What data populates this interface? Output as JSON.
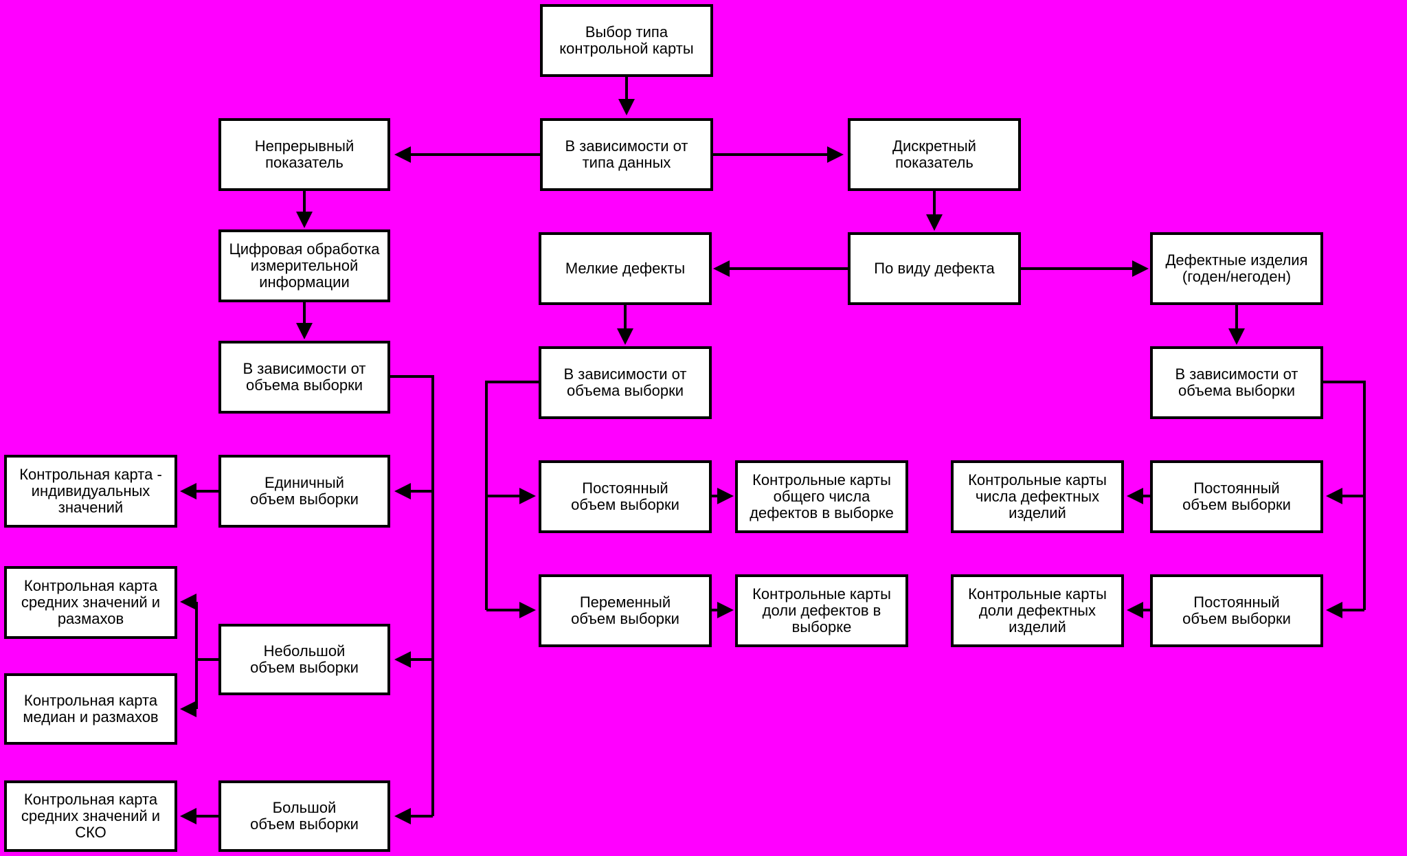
{
  "colors": {
    "background": "#ff00ff",
    "box_fill": "#ffffff",
    "line": "#000000"
  },
  "nodes": {
    "root": "Выбор типа\nконтрольной карты",
    "by_data_type": "В зависимости от\nтипа данных",
    "continuous": "Непрерывный\nпоказатель",
    "discrete": "Дискретный\nпоказатель",
    "digital_processing": "Цифровая обработка\nизмерительной\nинформации",
    "by_defect_kind": "По виду дефекта",
    "minor_defects": "Мелкие дефекты",
    "defective_items": "Дефектные изделия\n(годен/негоден)",
    "left_by_sample": "В зависимости от\nобъема выборки",
    "mid_by_sample": "В зависимости от\nобъема выборки",
    "right_by_sample": "В зависимости от\nобъема выборки",
    "single_sample": "Единичный\nобъем выборки",
    "small_sample": "Небольшой\nобъем выборки",
    "large_sample": "Большой\nобъем выборки",
    "chart_individual": "Контрольная карта -\nиндивидуальных\nзначений",
    "chart_mean_range": "Контрольная карта\nсредних значений и\nразмахов",
    "chart_median_range": "Контрольная карта\nмедиан и размахов",
    "chart_mean_sd": "Контрольная карта\nсредних значений и\nСКО",
    "mid_constant_sample": "Постоянный\nобъем выборки",
    "mid_variable_sample": "Переменный\nобъем выборки",
    "chart_total_defects": "Контрольные карты\nобщего числа\nдефектов в выборке",
    "chart_defect_share": "Контрольные карты\nдоли дефектов в\nвыборке",
    "right_constant_sample_1": "Постоянный\nобъем выборки",
    "right_constant_sample_2": "Постоянный\nобъем выборки",
    "chart_defective_count": "Контрольные карты\nчисла дефектных\nизделий",
    "chart_defective_share": "Контрольные карты\nдоли дефектных\nизделий"
  }
}
